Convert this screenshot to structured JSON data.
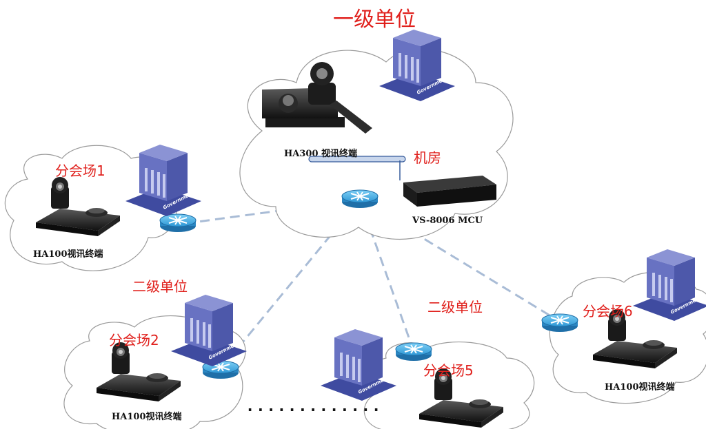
{
  "headings": {
    "top_unit": "一级单位",
    "machine_room": "机房",
    "second_unit_left": "二级单位",
    "second_unit_mid": "二级单位"
  },
  "equipment": {
    "ha300": "HA300 视讯终端",
    "mcu": "VS-8006 MCU",
    "building_sign": "Government"
  },
  "sites": [
    {
      "name": "分会场1",
      "terminal": "HA100视讯终端"
    },
    {
      "name": "分会场2",
      "terminal": "HA100视讯终端"
    },
    {
      "name": "分会场5"
    },
    {
      "name": "分会场6",
      "terminal": "HA100视讯终端"
    }
  ],
  "ellipsis": "·············",
  "colors": {
    "label_red": "#e0201c",
    "link_dash": "#a9bcd6",
    "cloud_stroke": "#9a9a9a",
    "router_blue": "#3aa3dc",
    "building_blue": "#4a56a6"
  }
}
